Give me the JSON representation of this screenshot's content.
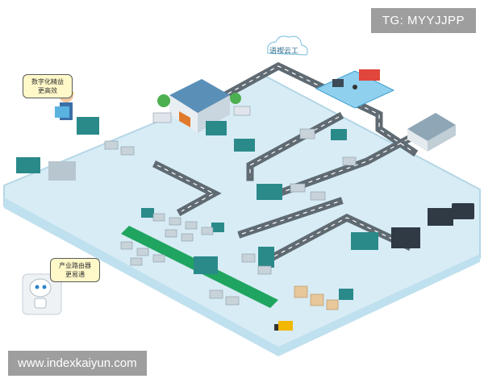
{
  "cloud": {
    "label": "语禊云工"
  },
  "callouts": {
    "digital_management": [
      "数字化精益",
      "更高效"
    ],
    "industrial_router": [
      "产业路由器",
      "更易通"
    ]
  },
  "overlays": {
    "tg_badge": "TG: MYYJJPP",
    "website": "www.indexkaiyun.com"
  },
  "colors": {
    "floor": "#d8ecf5",
    "floor_edge": "#b4d6e6",
    "road": "#5f6a72",
    "road_dash": "#ffffff",
    "sign": "#2a8a8a",
    "green_band": "#1fa560",
    "accent_red": "#e0463c",
    "worker_helmet": "#f2b705"
  }
}
